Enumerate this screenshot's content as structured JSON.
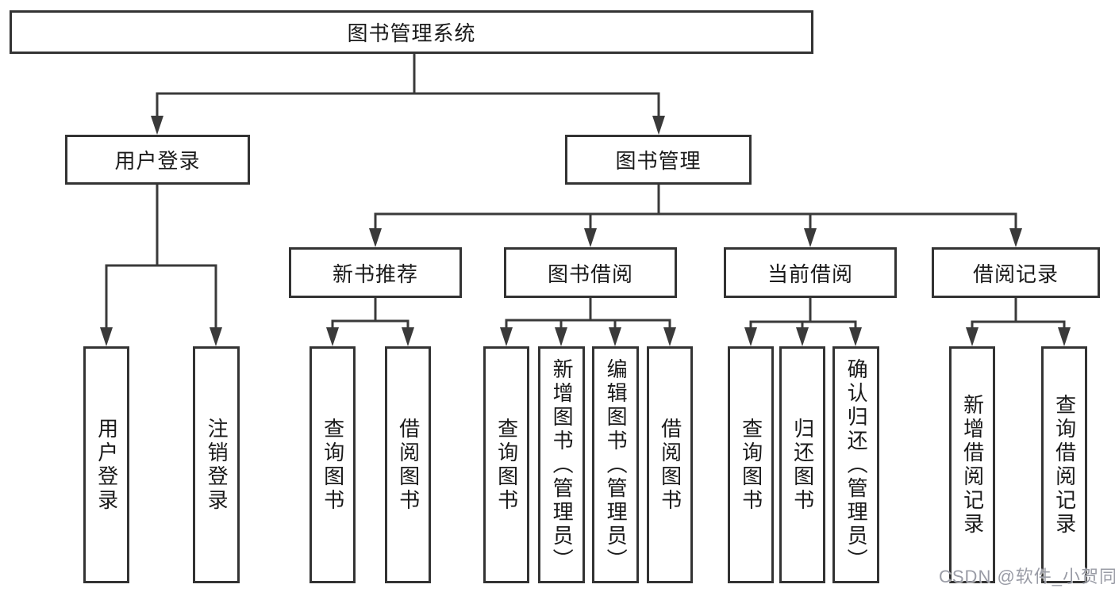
{
  "diagram": {
    "title": "图书管理系统",
    "root": {
      "label": "图书管理系统"
    },
    "level2": [
      {
        "label": "用户登录"
      },
      {
        "label": "图书管理"
      }
    ],
    "level3": [
      {
        "label": "新书推荐"
      },
      {
        "label": "图书借阅"
      },
      {
        "label": "当前借阅"
      },
      {
        "label": "借阅记录"
      }
    ],
    "leaves": {
      "user_login": [
        {
          "label": "用户登录"
        },
        {
          "label": "注销登录"
        }
      ],
      "new_book_recommend": [
        {
          "label": "查询图书"
        },
        {
          "label": "借阅图书"
        }
      ],
      "book_borrow": [
        {
          "label": "查询图书"
        },
        {
          "label": "新增图书（管理员）"
        },
        {
          "label": "编辑图书（管理员）"
        },
        {
          "label": "借阅图书"
        }
      ],
      "current_borrow": [
        {
          "label": "查询图书"
        },
        {
          "label": "归还图书"
        },
        {
          "label": "确认归还（管理员）"
        }
      ],
      "borrow_records": [
        {
          "label": "新增借阅记录"
        },
        {
          "label": "查询借阅记录"
        }
      ]
    }
  },
  "watermark": "CSDN @软件_小贺同学",
  "colors": {
    "line": "#3a3a3a",
    "border": "#333333",
    "text": "#1a1a1a",
    "watermark": "#9a9ca6",
    "background": "#ffffff"
  }
}
